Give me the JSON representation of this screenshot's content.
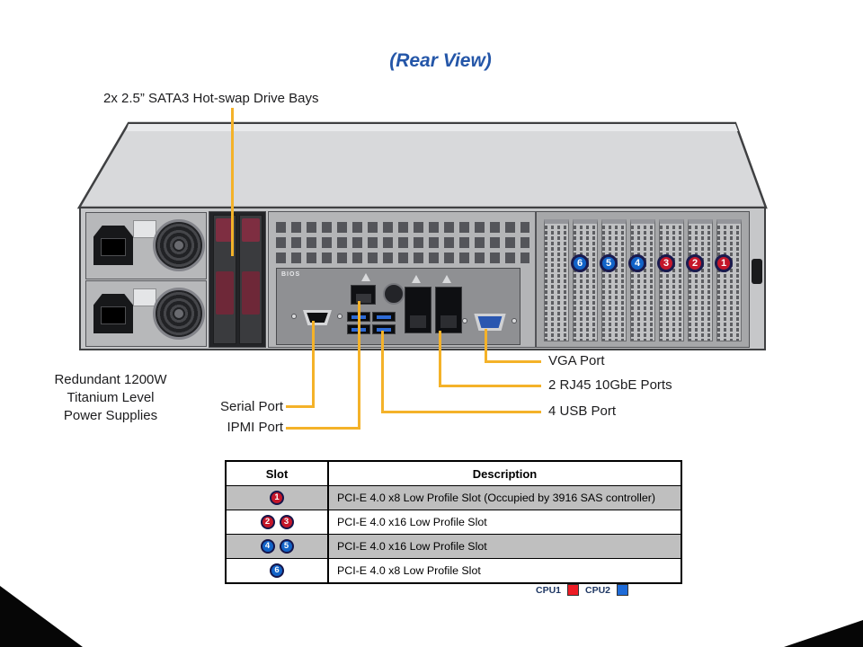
{
  "title": "(Rear View)",
  "callouts": {
    "drive_bays": "2x 2.5” SATA3 Hot-swap Drive Bays",
    "psu": [
      "Redundant 1200W",
      "Titanium Level",
      "Power Supplies"
    ],
    "serial": "Serial Port",
    "ipmi": "IPMI Port",
    "vga": "VGA Port",
    "rj45": "2 RJ45 10GbE Ports",
    "usb": "4 USB Port"
  },
  "chassis": {
    "panel_text": "BIOS",
    "slots": [
      {
        "n": "6",
        "color": "blue"
      },
      {
        "n": "5",
        "color": "blue"
      },
      {
        "n": "4",
        "color": "blue"
      },
      {
        "n": "3",
        "color": "red"
      },
      {
        "n": "2",
        "color": "red"
      },
      {
        "n": "1",
        "color": "red"
      }
    ]
  },
  "table": {
    "headers": [
      "Slot",
      "Description"
    ],
    "rows": [
      {
        "slots": [
          "1"
        ],
        "color": "red",
        "shaded": true,
        "description": "PCI-E 4.0 x8 Low Profile Slot (Occupied by 3916 SAS controller)"
      },
      {
        "slots": [
          "2",
          "3"
        ],
        "color": "red",
        "shaded": false,
        "description": "PCI-E 4.0 x16 Low Profile Slot"
      },
      {
        "slots": [
          "4",
          "5"
        ],
        "color": "blue",
        "shaded": true,
        "description": "PCI-E 4.0 x16 Low Profile Slot"
      },
      {
        "slots": [
          "6"
        ],
        "color": "blue",
        "shaded": false,
        "description": "PCI-E 4.0 x8 Low Profile Slot"
      }
    ]
  },
  "legend": [
    {
      "label": "CPU1",
      "swatch": "red",
      "hex": "#ee1c25"
    },
    {
      "label": "CPU2",
      "swatch": "blue",
      "hex": "#1e6bd8"
    }
  ],
  "colors": {
    "leader_yellow": "#f4b229",
    "title_blue": "#2456a8",
    "slot_red": "#c5162a",
    "slot_blue": "#1263c8",
    "table_shaded_row": "#bfbfbf"
  }
}
